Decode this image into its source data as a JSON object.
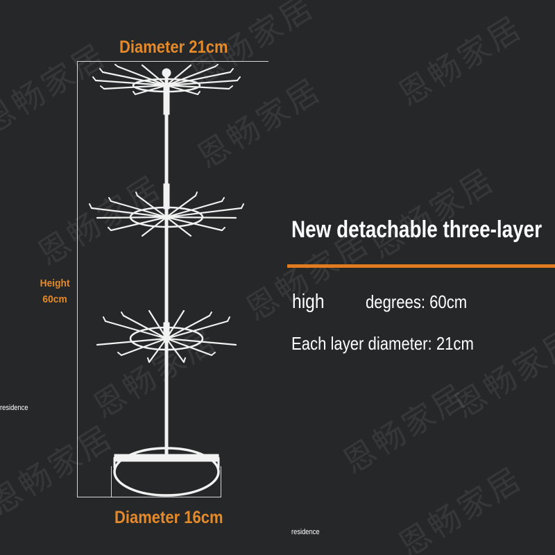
{
  "watermark": {
    "text": "恩畅家居"
  },
  "dimensions": {
    "top": "Diameter 21cm",
    "height_line1": "Height",
    "height_line2": "60cm",
    "bottom": "Diameter 16cm"
  },
  "info": {
    "title": "New detachable three-layer",
    "spec_high": "high",
    "spec_degrees": "degrees: 60cm",
    "spec_layer": "Each layer diameter: 21cm"
  },
  "captions": {
    "left": "residence",
    "bottom": "residence"
  },
  "colors": {
    "background": "#262728",
    "accent": "#e27b1e",
    "label": "#e58a2a",
    "text": "#ffffff",
    "product": "#f2f2f2"
  },
  "product": {
    "name": "",
    "tiers": 3,
    "hooks_per_tier": 12
  }
}
